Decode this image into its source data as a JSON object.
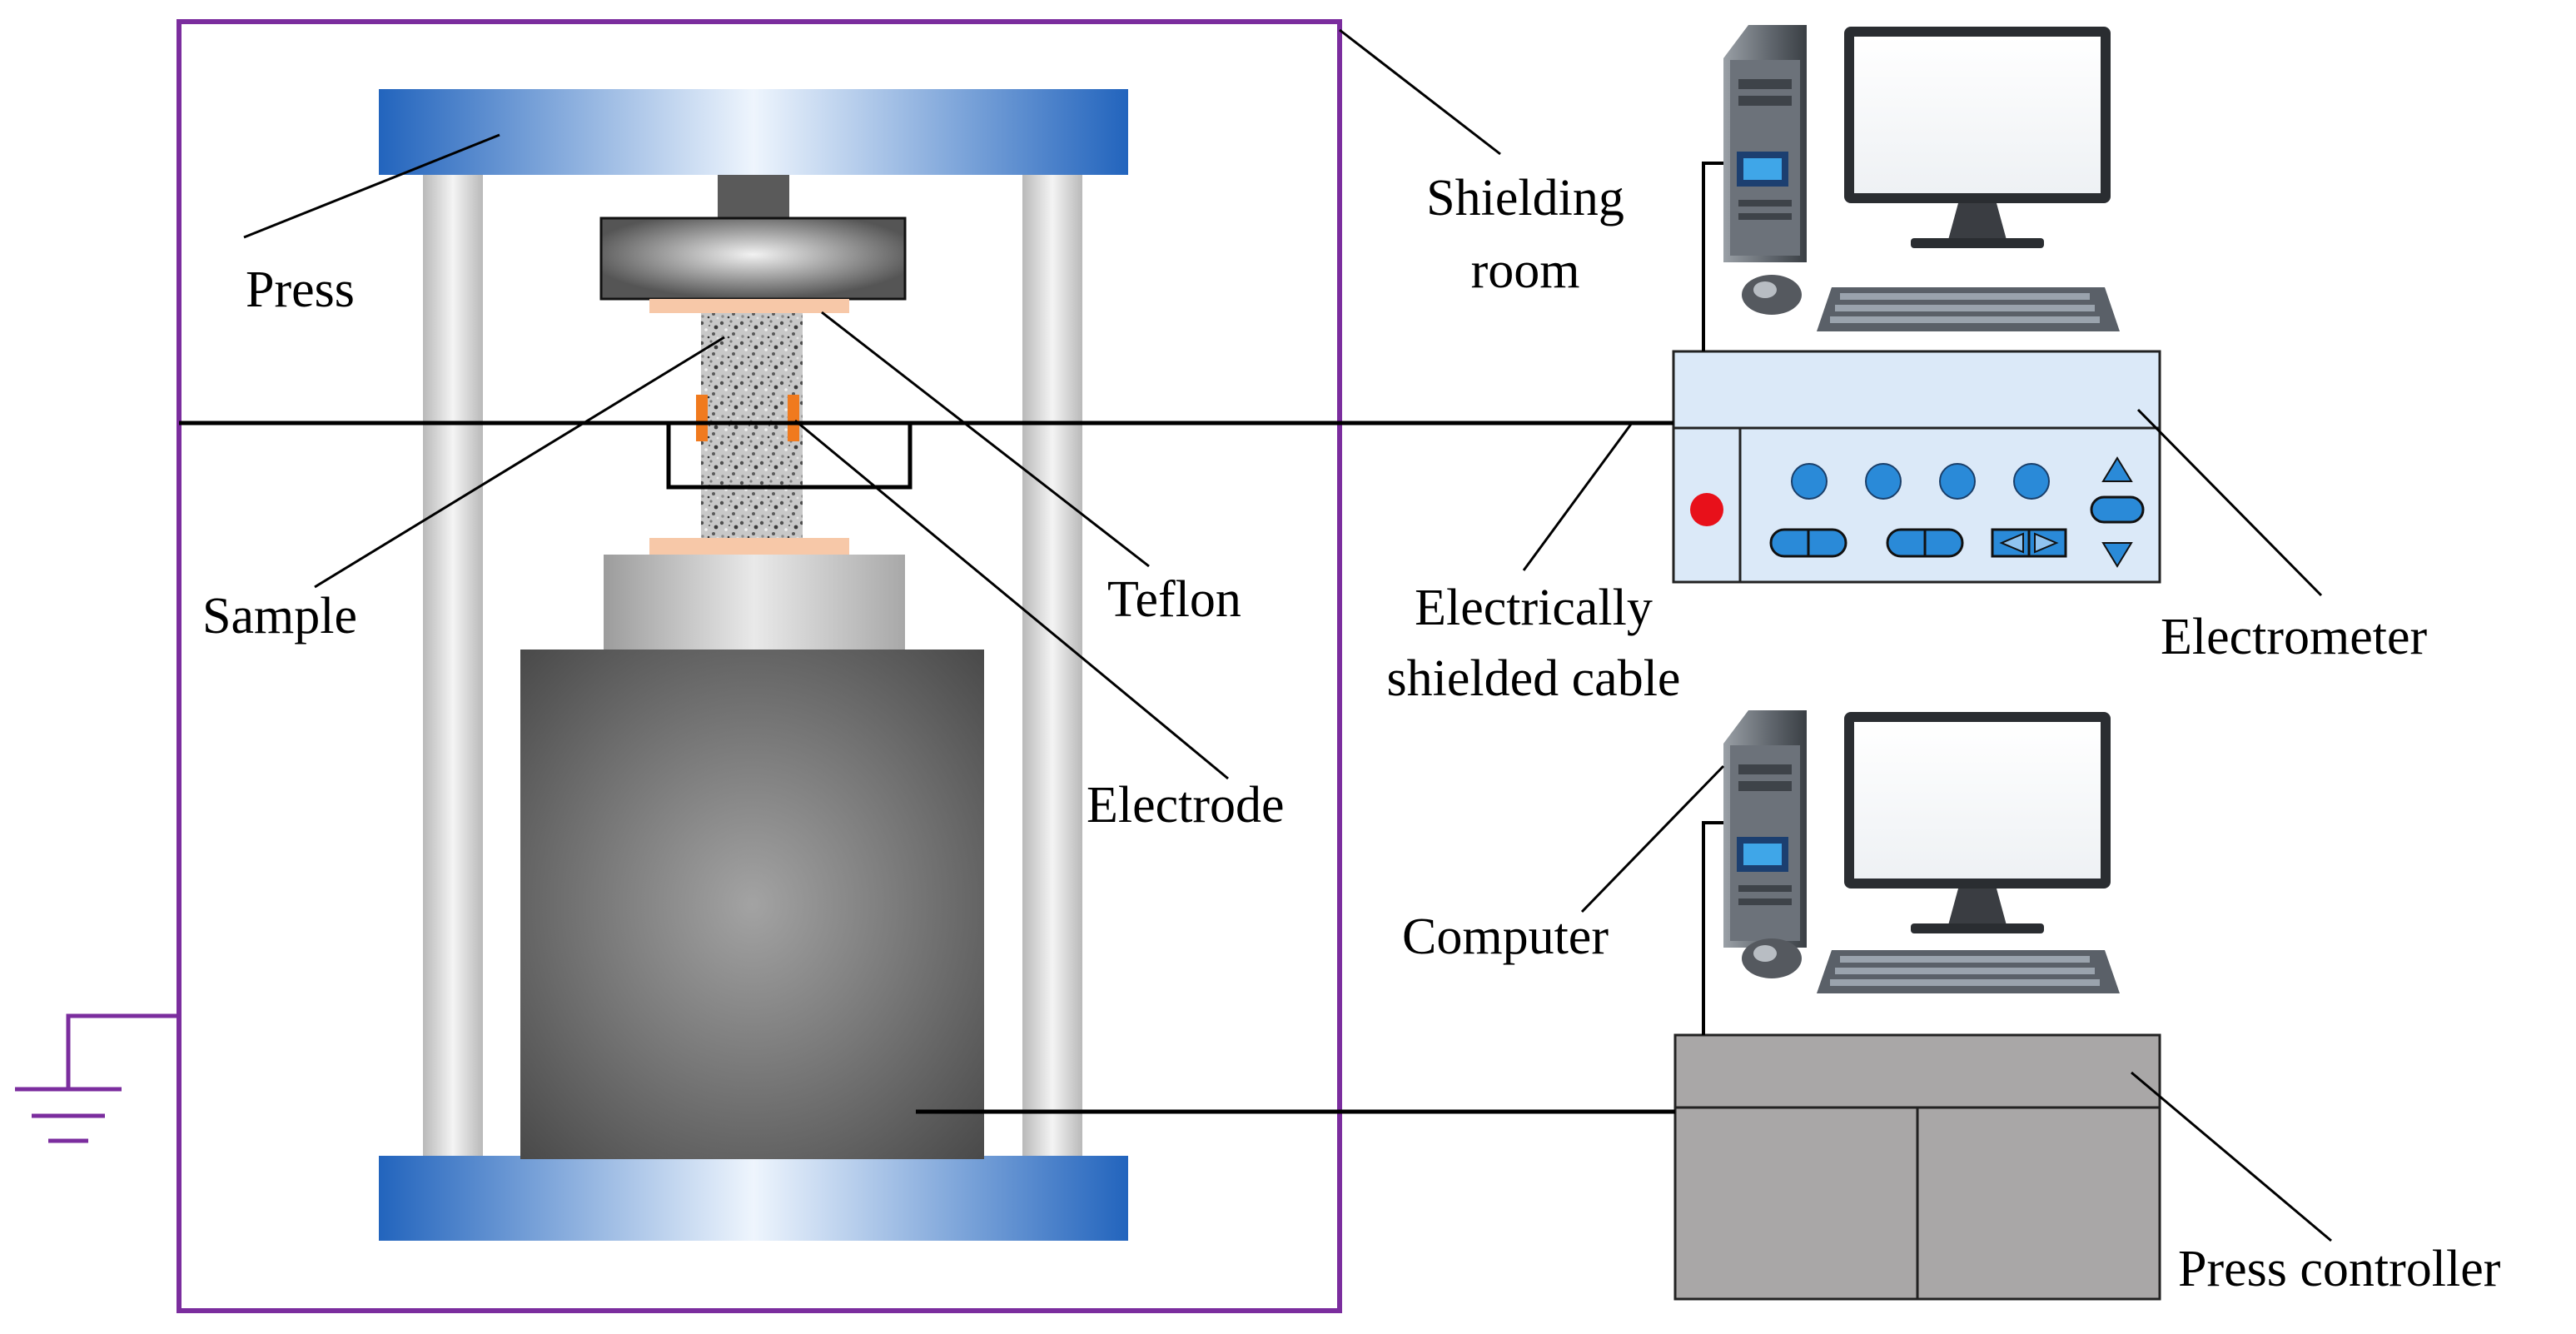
{
  "labels": {
    "press": "Press",
    "shielding_room_line1": "Shielding",
    "shielding_room_line2": "room",
    "sample": "Sample",
    "teflon": "Teflon",
    "electrode": "Electrode",
    "cable_line1": "Electrically",
    "cable_line2": "shielded cable",
    "electrometer": "Electrometer",
    "computer": "Computer",
    "press_controller": "Press controller"
  },
  "colors": {
    "shielding_room": "#7b2d9e",
    "press_beam": "#2d6fc4",
    "teflon": "#f7c8a8",
    "electrode": "#f07a1e",
    "electrometer_panel": "#dbe9f8",
    "electrometer_button": "#2a8ad8",
    "indicator": "#e8101a",
    "controller": "#a9a7a7",
    "ground": "#7b2d9e"
  },
  "icons": {
    "computer_1": "desktop-computer-icon",
    "computer_2": "desktop-computer-icon",
    "ground": "ground-symbol-icon"
  }
}
